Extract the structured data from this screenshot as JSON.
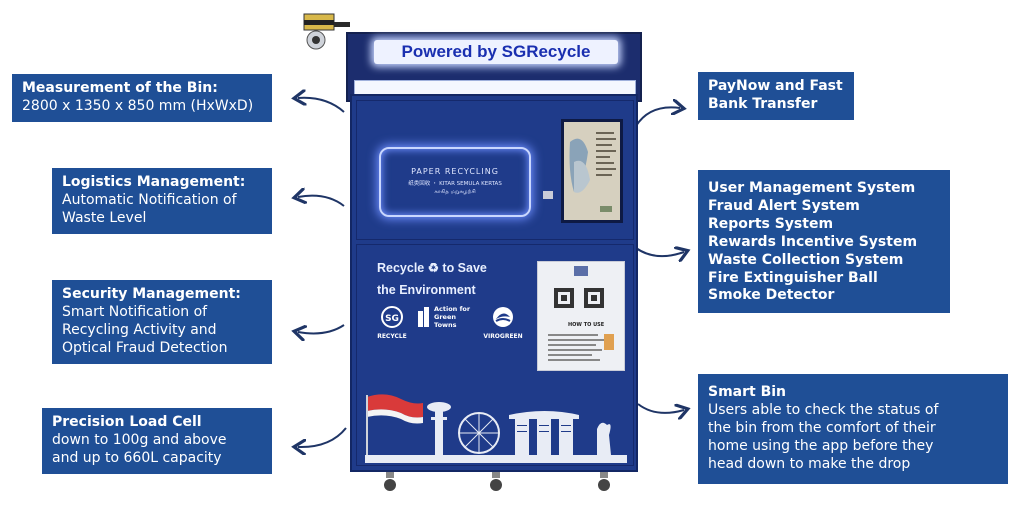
{
  "kiosk": {
    "banner": "Powered by SGRecycle",
    "sign_title": "PAPER RECYCLING",
    "sign_line2": "纸类回收 ・ KITAR SEMULA KERTAS",
    "sign_line3": "காகித மறுசுழற்சி",
    "recycle_line1": "Recycle ♻ to Save",
    "recycle_line2": "the Environment",
    "logos": [
      "RECYCLE",
      "Action for Green Towns",
      "VIROGREEN"
    ],
    "qr_howto": "HOW TO USE"
  },
  "callouts": {
    "measurement": {
      "title": "Measurement of the Bin:",
      "body": "2800 x 1350 x 850 mm (HxWxD)"
    },
    "logistics": {
      "title": "Logistics Management:",
      "body": "Automatic Notification of\nWaste Level"
    },
    "security": {
      "title": "Security Management:",
      "body": "Smart Notification of\nRecycling Activity and\nOptical Fraud Detection"
    },
    "load_cell": {
      "title": "Precision Load Cell",
      "body": "down to 100g and above\nand up to 660L capacity"
    },
    "paynow": {
      "title": "PayNow and Fast\nBank Transfer"
    },
    "systems": {
      "items": [
        "User Management System",
        "Fraud Alert System",
        "Reports System",
        "Rewards Incentive System",
        "Waste Collection System",
        "Fire Extinguisher Ball",
        "Smoke Detector"
      ]
    },
    "smart_bin": {
      "title": "Smart Bin",
      "body": "Users able to check the status of\nthe bin from the comfort of their\nhome using the app before they\nhead down to make the drop"
    }
  },
  "colors": {
    "callout_bg": "#1f4f96",
    "kiosk_body": "#1f3b8a",
    "banner_text": "#1a2fb0",
    "arrow": "#1f3566"
  }
}
